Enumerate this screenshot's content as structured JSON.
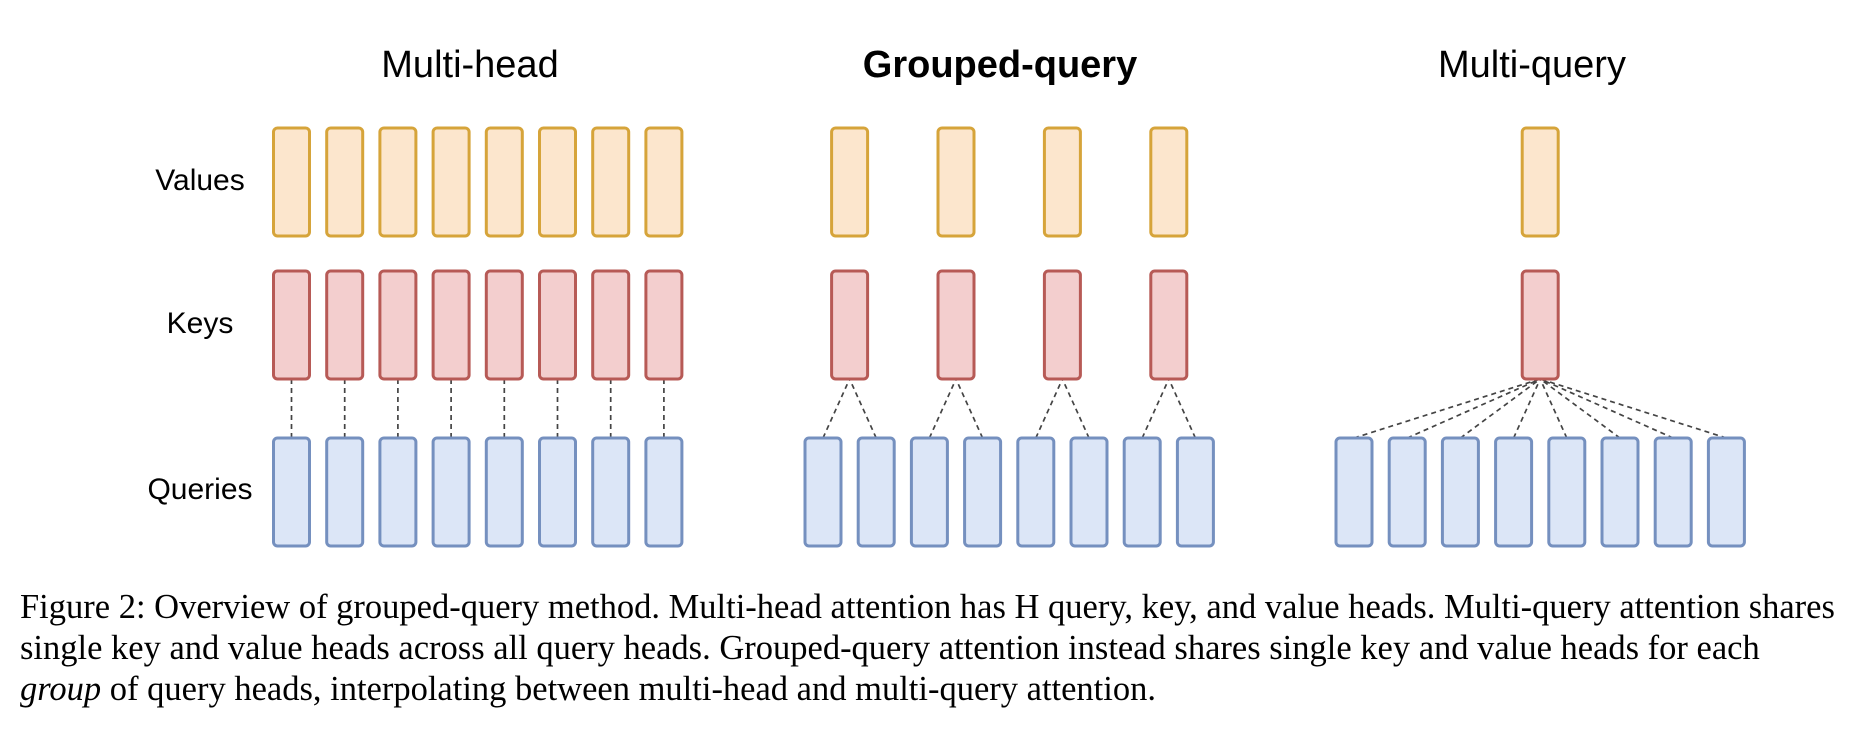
{
  "panels": [
    {
      "title": "Multi-head",
      "title_bold": false
    },
    {
      "title": "Grouped-query",
      "title_bold": true
    },
    {
      "title": "Multi-query",
      "title_bold": false
    }
  ],
  "row_labels": {
    "values": "Values",
    "keys": "Keys",
    "queries": "Queries"
  },
  "head_counts": {
    "queries_per_panel": 8,
    "multi_head_kv": 8,
    "grouped_query_kv": 4,
    "multi_query_kv": 1
  },
  "colors": {
    "value_fill": "#fce6cd",
    "value_stroke": "#d6a43a",
    "key_fill": "#f3cece",
    "key_stroke": "#b75a56",
    "query_fill": "#dce6f7",
    "query_stroke": "#7590bf"
  },
  "caption": {
    "part1": "Figure 2: Overview of grouped-query method. Multi-head attention has H query, key, and value heads. Multi-query attention shares single key and value heads across all query heads. Grouped-query attention instead shares single key and value heads for each ",
    "emphasis": "group",
    "part2": " of query heads, interpolating between multi-head and multi-query attention."
  }
}
